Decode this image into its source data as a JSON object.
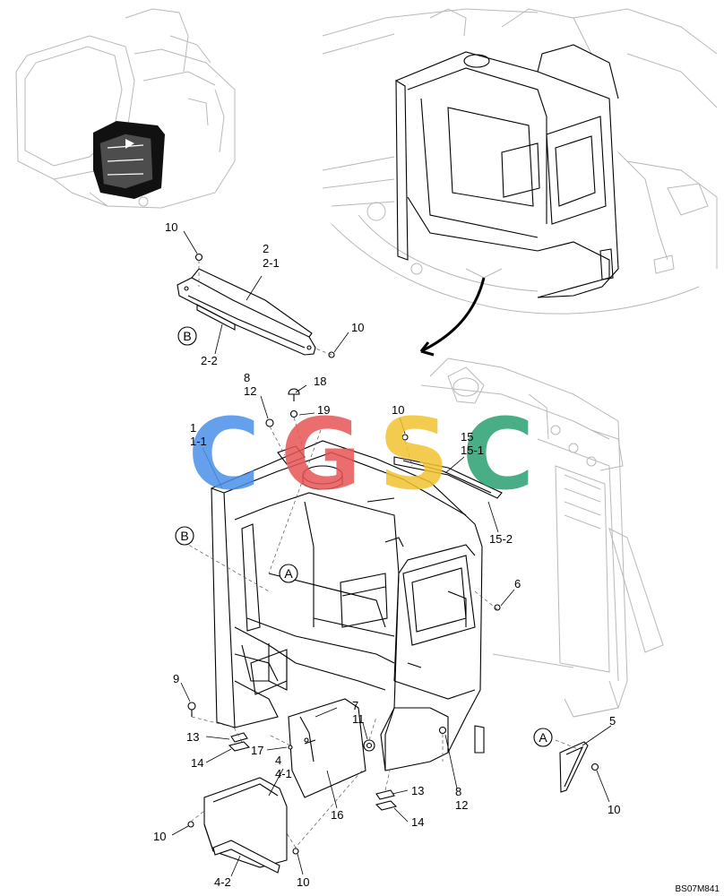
{
  "diagram": {
    "drawing_code": "BS07M841",
    "watermark": {
      "letters": [
        "C",
        "G",
        "S",
        "C"
      ],
      "colors": [
        "#4a90e8",
        "#e85555",
        "#f2c230",
        "#2aa070"
      ]
    },
    "callouts": {
      "n10_a": "10",
      "n2": "2",
      "n2_1": "2-1",
      "n2_2": "2-2",
      "n10_b": "10",
      "n8_a": "8",
      "n12_a": "12",
      "n18": "18",
      "n19": "19",
      "n1": "1",
      "n1_1": "1-1",
      "n10_c": "10",
      "n15": "15",
      "n15_1": "15-1",
      "n15_2": "15-2",
      "n6": "6",
      "n9": "9",
      "n7": "7",
      "n11": "11",
      "n13_a": "13",
      "n14_a": "14",
      "n17": "17",
      "n4": "4",
      "n4_1": "4-1",
      "n16": "16",
      "n8_b": "8",
      "n12_b": "12",
      "n13_b": "13",
      "n14_b": "14",
      "n10_d": "10",
      "n4_2": "4-2",
      "n10_e": "10",
      "n5": "5",
      "n10_f": "10"
    },
    "ref_marks": {
      "b_top": "B",
      "b_mid": "B",
      "a_mid": "A",
      "a_right": "A"
    }
  }
}
